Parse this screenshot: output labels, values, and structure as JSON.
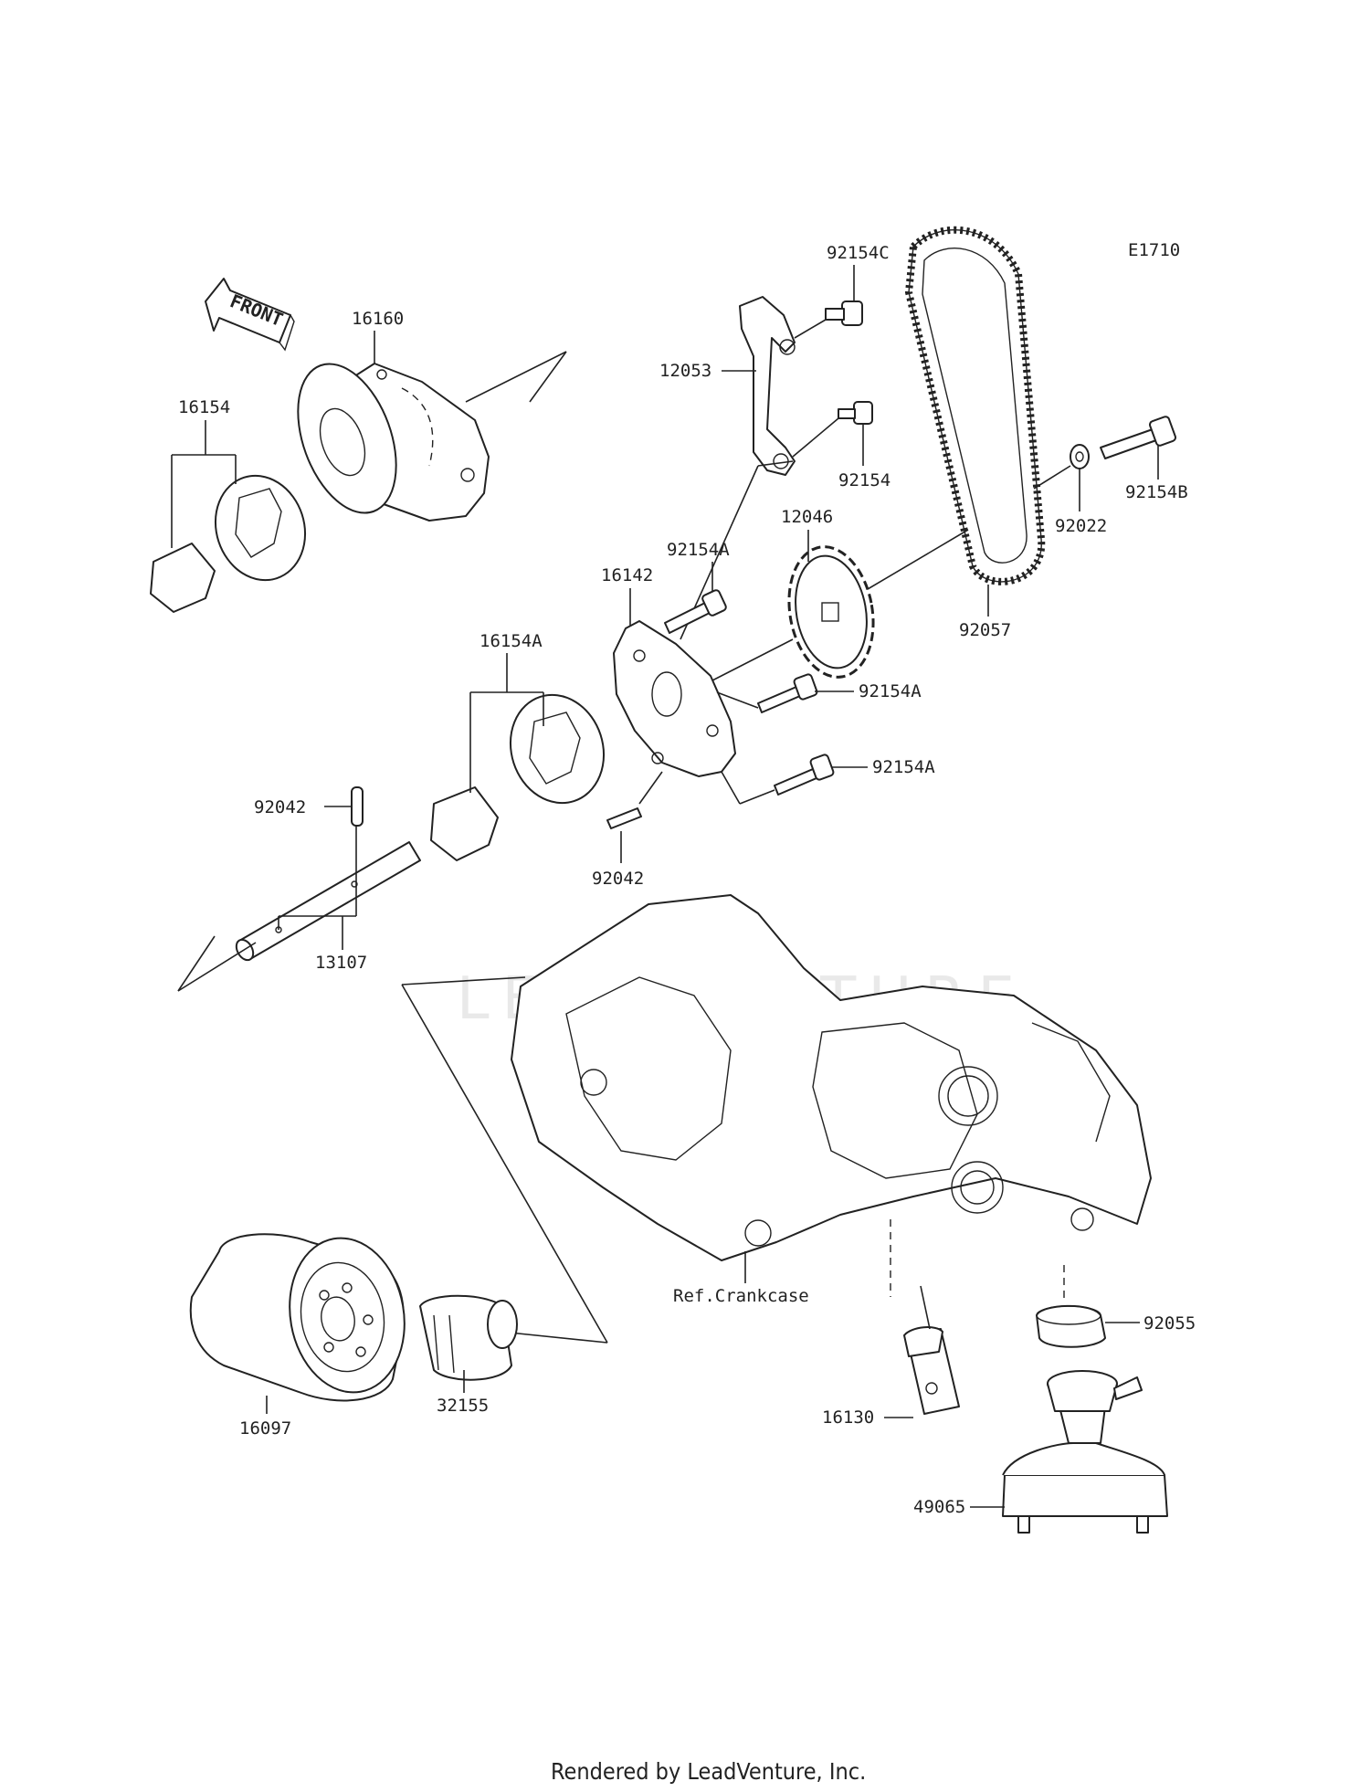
{
  "diagram": {
    "code": "E1710",
    "front_label": "FRONT",
    "crankcase_ref": "Ref.Crankcase",
    "watermark": "LEADVENTURE",
    "footer": "Rendered by LeadVenture, Inc.",
    "parts": {
      "p16160": "16160",
      "p16154": "16154",
      "p16154A": "16154A",
      "p16142": "16142",
      "p92154A_top": "92154A",
      "p92154A_mid": "92154A",
      "p92154A_low": "92154A",
      "p12046": "12046",
      "p12053": "12053",
      "p92154C": "92154C",
      "p92154": "92154",
      "p92057": "92057",
      "p92022": "92022",
      "p92154B": "92154B",
      "p92042_left": "92042",
      "p92042_mid": "92042",
      "p13107": "13107",
      "p16097": "16097",
      "p32155": "32155",
      "p16130": "16130",
      "p92055": "92055",
      "p49065": "49065"
    }
  }
}
